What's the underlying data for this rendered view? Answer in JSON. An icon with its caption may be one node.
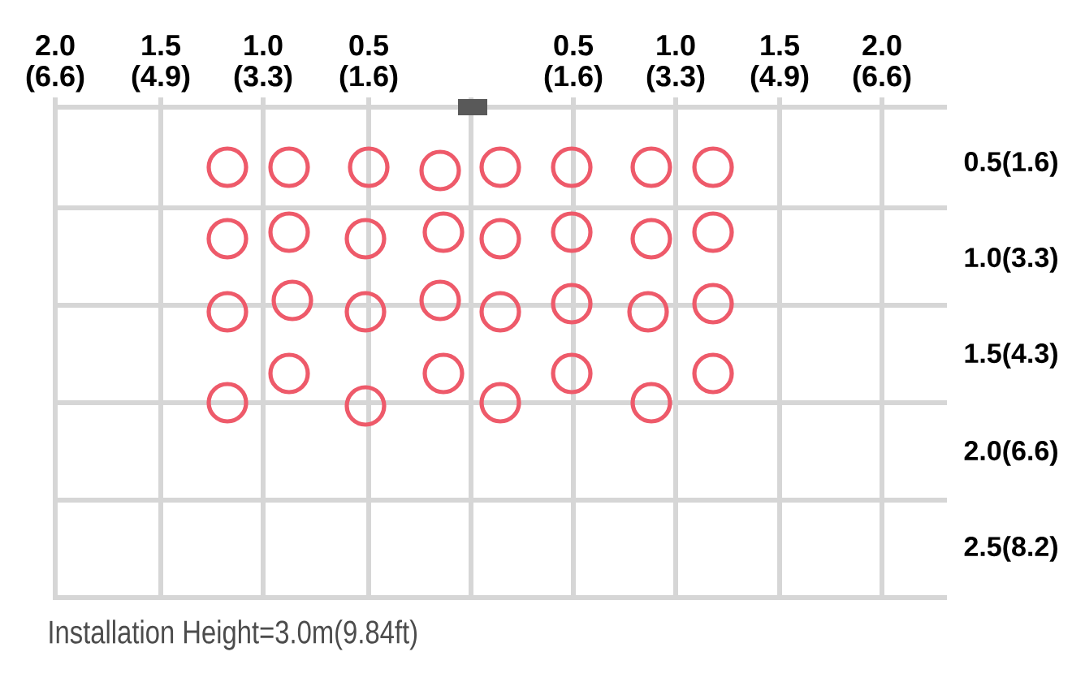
{
  "diagram": {
    "caption": "Installation Height=3.0m(9.84ft)",
    "labels": [
      "2.0 (6.6)",
      "1.5 (4.9)",
      "1.0 (3.3)",
      "0.5 (1.6)",
      "0.5 (1.6)",
      "1.0 (3.3)",
      "1.5 (4.9)",
      "2.0 (6.6)",
      "0.5(1.6)",
      "1.0(3.3)",
      "1.5(4.3)",
      "2.0(6.6)",
      "2.5(8.2)"
    ]
  }
}
